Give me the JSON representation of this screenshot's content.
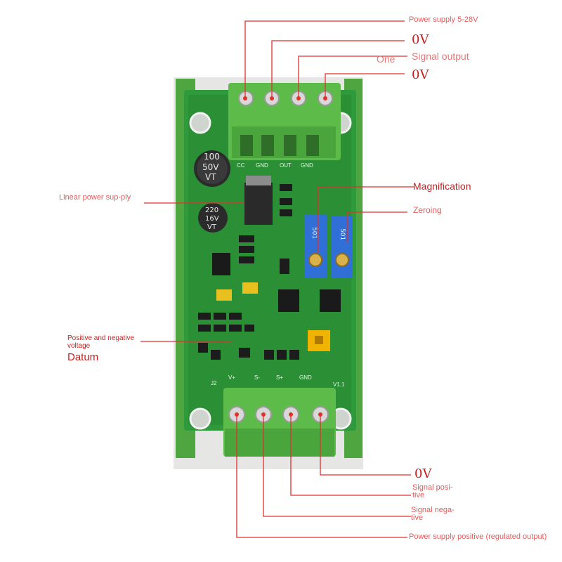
{
  "labels": {
    "power_supply": "Power supply 5-28V",
    "zero_v_top1": "0V",
    "one": "One",
    "signal_output": "Signal output",
    "zero_v_top2": "0V",
    "linear_power_supply": "Linear power sup-ply",
    "magnification": "Magnification",
    "zeroing": "Zeroing",
    "pos_neg_voltage": "Positive and negative voltage",
    "datum": "Datum",
    "zero_v_bottom": "0V",
    "signal_positive": "Signal posi-tive",
    "signal_negative": "Signal nega-tive",
    "power_supply_positive": "Power supply positive (regulated output)"
  },
  "board_silkscreen": {
    "top_terminals": [
      "CC",
      "GND",
      "OUT",
      "GND"
    ],
    "bottom_terminals": [
      "V+",
      "S-",
      "S+",
      "GND"
    ],
    "cap_large": [
      "100",
      "50V",
      "VT"
    ],
    "cap_small": [
      "220",
      "16V",
      "VT"
    ],
    "pot_code": "501",
    "board_id": "J2",
    "version": "V1.1"
  },
  "colors": {
    "pcb": "#2f9a3c",
    "terminal": "#5dbb4a",
    "line": "#e03030",
    "pot": "#2f6fd6",
    "pot_yellow": "#f0b400"
  }
}
